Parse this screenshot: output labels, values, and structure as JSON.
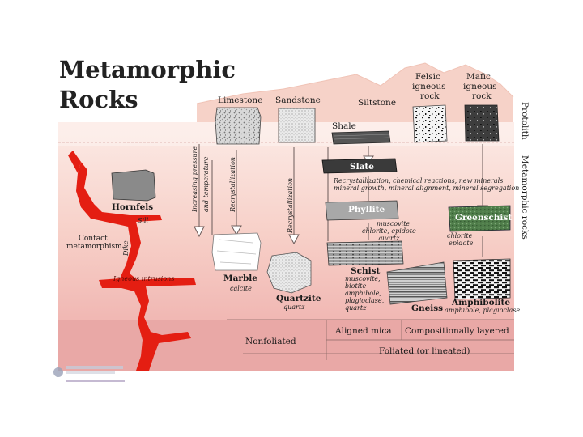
{
  "title_line1": "Metamorphic",
  "title_line2": "Rocks",
  "axes": {
    "protolith": "Protolith",
    "metamorphic_rocks": "Metamorphic rocks"
  },
  "protoliths": {
    "limestone": "Limestone",
    "sandstone": "Sandstone",
    "siltstone": "Siltstone",
    "shale": "Shale",
    "felsic": [
      "Felsic",
      "igneous",
      "rock"
    ],
    "mafic": [
      "Mafic",
      "igneous",
      "rock"
    ]
  },
  "rocks": {
    "hornfels": "Hornfels",
    "slate": "Slate",
    "phyllite": "Phyllite",
    "greenschist": "Greenschist",
    "schist": "Schist",
    "marble": "Marble",
    "quartzite": "Quartzite",
    "gneiss": "Gneiss",
    "amphibolite": "Amphibolite"
  },
  "minerals": {
    "phyllite": [
      "muscovite",
      "chlorite, epidote",
      "quartz"
    ],
    "greenschist": [
      "chlorite",
      "epidote"
    ],
    "schist": [
      "muscovite,",
      "biotite",
      "amphibole,",
      "plagioclase,",
      "quartz"
    ],
    "marble": "calcite",
    "quartzite": "quartz",
    "amphibolite": "amphibole, plagioclase"
  },
  "processes": {
    "increasing_pressure": "Increasing pressure",
    "and_temperature": "and temperature",
    "recrystallization": "Recrystallization",
    "recrystallization2": "Recrystallization",
    "slate_note": [
      "Recrystallization, chemical reactions, new minerals",
      "mineral growth, mineral alignment, mineral segregation"
    ]
  },
  "intrusions": {
    "sill": "Sill",
    "dike": "Dike",
    "contact": [
      "Contact",
      "metamorphism"
    ],
    "igneous": "Igneous intrusions"
  },
  "table": {
    "nonfoliated": "Nonfoliated",
    "aligned_mica": "Aligned mica",
    "comp_layered": "Compositionally layered",
    "foliated": "Foliated (or lineated)"
  },
  "colors": {
    "band_top": "#fbe7e2",
    "band_mid": "#f6cfc6",
    "band_bottom": "#eeafab",
    "intrusion": "#e41e12",
    "greenschist": "#4f7d4a"
  }
}
